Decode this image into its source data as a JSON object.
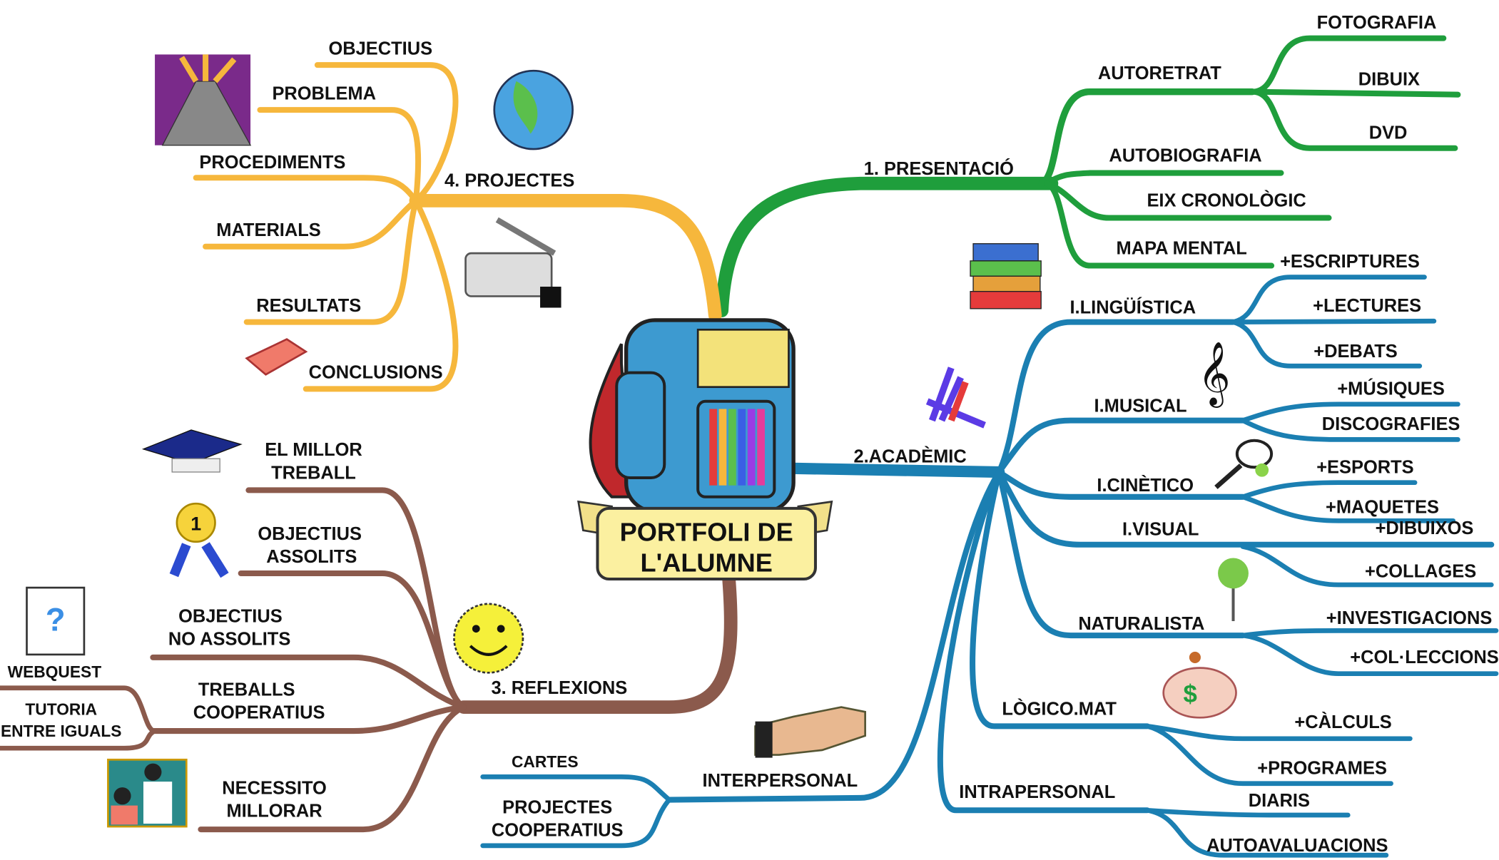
{
  "center": {
    "line1": "PORTFOLI DE",
    "line2": "L'ALUMNE"
  },
  "colors": {
    "presentacio": "#1f9e3c",
    "academic": "#1b7fb2",
    "projectes": "#f6b73c",
    "reflexions": "#8b5a4c"
  },
  "presentacio": {
    "label": "1. PRESENTACIÓ",
    "autoretrat": {
      "label": "AUTORETRAT",
      "children": [
        "FOTOGRAFIA",
        "DIBUIX",
        "DVD"
      ]
    },
    "items": [
      "AUTOBIOGRAFIA",
      "EIX CRONOLÒGIC",
      "MAPA MENTAL"
    ]
  },
  "academic": {
    "label": "2.ACADÈMIC",
    "linguistica": {
      "label": "I.LINGÜÍSTICA",
      "children": [
        "+ESCRIPTURES",
        "+LECTURES",
        "+DEBATS"
      ]
    },
    "musical": {
      "label": "I.MUSICAL",
      "children": [
        "+MÚSIQUES",
        "DISCOGRAFIES"
      ]
    },
    "cinetico": {
      "label": "I.CINÈTICO",
      "children": [
        "+ESPORTS",
        "+MAQUETES"
      ]
    },
    "visual": {
      "label": "I.VISUAL",
      "children": [
        "+DIBUIXOS",
        "+COLLAGES"
      ]
    },
    "naturalista": {
      "label": "NATURALISTA",
      "children": [
        "+INVESTIGACIONS",
        "+COL·LECCIONS"
      ]
    },
    "logico": {
      "label": "LÒGICO.MAT",
      "children": [
        "+CÀLCULS",
        "+PROGRAMES"
      ]
    },
    "intrapersonal": {
      "label": "INTRAPERSONAL",
      "children": [
        "DIARIS",
        "AUTOAVALUACIONS"
      ]
    },
    "interpersonal": {
      "label": "INTERPERSONAL",
      "cartes": "CARTES",
      "projectes_line1": "PROJECTES",
      "projectes_line2": "COOPERATIUS"
    }
  },
  "projectes": {
    "label": "4. PROJECTES",
    "items": [
      "OBJECTIUS",
      "PROBLEMA",
      "PROCEDIMENTS",
      "MATERIALS",
      "RESULTATS",
      "CONCLUSIONS"
    ]
  },
  "reflexions": {
    "label": "3.  REFLEXIONS",
    "millor": {
      "line1": "EL MILLOR",
      "line2": "TREBALL"
    },
    "assolits": {
      "line1": "OBJECTIUS",
      "line2": "ASSOLITS"
    },
    "no_assolits": {
      "line1": "OBJECTIUS",
      "line2": "NO ASSOLITS"
    },
    "webquest": "WEBQUEST",
    "treballs": {
      "line1": "TREBALLS",
      "line2": "COOPERATIUS"
    },
    "tutoria": {
      "line1": "TUTORIA",
      "line2": "ENTRE IGUALS"
    },
    "necessito": {
      "line1": "NECESSITO",
      "line2": "MILLORAR"
    },
    "medal_number": "1"
  }
}
